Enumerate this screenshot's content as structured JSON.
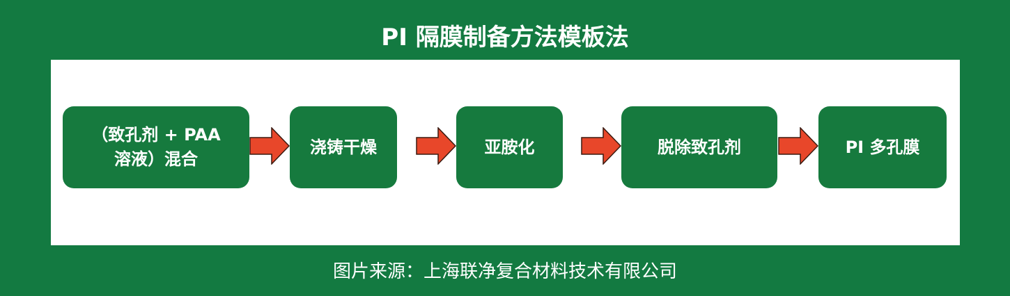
{
  "title": "PI 隔膜制备方法模板法",
  "steps": [
    {
      "line1": "（致孔剂 + PAA",
      "line2": "溶液）混合"
    },
    {
      "label": "浇铸干燥"
    },
    {
      "label": "亚胺化"
    },
    {
      "label": "脱除致孔剂"
    },
    {
      "label": "PI 多孔膜"
    }
  ],
  "footer": "图片来源：上海联净复合材料技术有限公司",
  "colors": {
    "background": "#137a41",
    "box": "#167a3e",
    "arrow": "#e8472a"
  }
}
